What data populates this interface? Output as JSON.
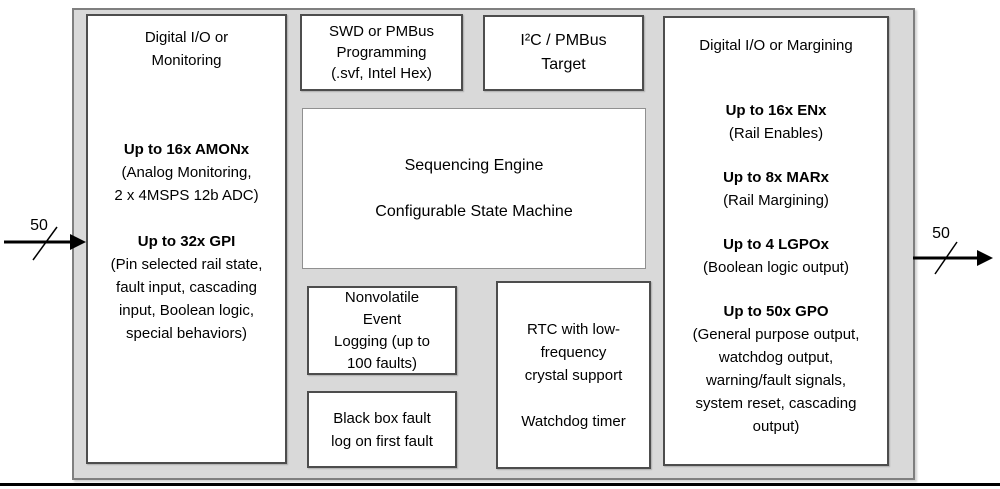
{
  "colors": {
    "panel_fill": "#d9d9d9",
    "panel_border": "#7f7f7f",
    "box_border": "#4d4d4d",
    "text": "#000000"
  },
  "buses": {
    "input": {
      "width_label": "50"
    },
    "output": {
      "width_label": "50"
    }
  },
  "blocks": {
    "digital_io_monitoring": {
      "title_lines": [
        "Digital I/O or",
        "Monitoring"
      ],
      "groups": [
        {
          "heading": "Up to 16x AMONx",
          "details": [
            "(Analog Monitoring,",
            "2 x 4MSPS 12b ADC)"
          ]
        },
        {
          "heading": "Up to 32x GPI",
          "details": [
            "(Pin selected rail state,",
            "fault input, cascading",
            "input, Boolean logic,",
            "special behaviors)"
          ]
        }
      ]
    },
    "swd_programming": {
      "lines": [
        "SWD or PMBus",
        "Programming",
        "(.svf, Intel Hex)"
      ]
    },
    "i2c_target": {
      "lines": [
        "I²C / PMBus",
        "Target"
      ]
    },
    "sequencing_engine": {
      "lines": [
        "Sequencing Engine",
        "Configurable State Machine"
      ]
    },
    "nonvolatile_logging": {
      "lines": [
        "Nonvolatile",
        "Event",
        "Logging (up to",
        "100 faults)"
      ]
    },
    "black_box_log": {
      "lines": [
        "Black box fault",
        "log on first fault"
      ]
    },
    "rtc_watchdog": {
      "lines": [
        "RTC with low-",
        "frequency",
        "crystal support",
        "Watchdog timer"
      ]
    },
    "digital_io_margining": {
      "title": "Digital I/O or Margining",
      "groups": [
        {
          "heading": "Up to 16x ENx",
          "details": [
            "(Rail Enables)"
          ]
        },
        {
          "heading": "Up to 8x MARx",
          "details": [
            "(Rail Margining)"
          ]
        },
        {
          "heading": "Up to 4 LGPOx",
          "details": [
            "(Boolean logic output)"
          ]
        },
        {
          "heading": "Up to 50x GPO",
          "details": [
            "(General purpose output,",
            "watchdog output,",
            "warning/fault signals,",
            "system reset, cascading",
            "output)"
          ]
        }
      ]
    }
  }
}
